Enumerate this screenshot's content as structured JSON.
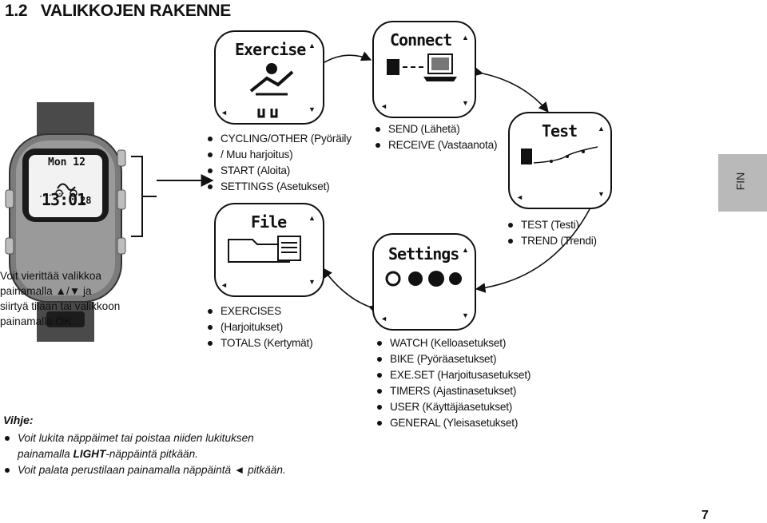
{
  "header": {
    "title": "1.2   VALIKKOJEN RAKENNE"
  },
  "side_tab": {
    "label": "FIN"
  },
  "watch": {
    "date": "Mon 12",
    "time": "13:01",
    "seconds": "28"
  },
  "intro": {
    "line1": "Voit vierittää valikkoa",
    "line2_a": "painamalla",
    "line2_b": "ja",
    "line3": "siirtyä tilaan tai valikkoon",
    "line4_a": "painamalla",
    "line4_ok": "OK",
    "line4_end": "."
  },
  "hint": {
    "title": "Vihje:",
    "item1_line1": "Voit lukita näppäimet tai poistaa niiden lukituksen",
    "item1_a": "painamalla ",
    "item1_light": "LIGHT",
    "item1_b": "-näppäintä pitkään.",
    "item2_a": "Voit palata perustilaan painamalla näppäintä",
    "item2_b": "pitkään."
  },
  "menus": {
    "exercise": {
      "screen_title": "Exercise",
      "items": [
        "CYCLING/OTHER (Pyöräily",
        "/ Muu harjoitus)",
        "START (Aloita)",
        "SETTINGS (Asetukset)"
      ]
    },
    "connect": {
      "screen_title": "Connect",
      "items": [
        "SEND (Lähetä)",
        "RECEIVE (Vastaanota)"
      ]
    },
    "test": {
      "screen_title": "Test",
      "items": [
        "TEST (Testi)",
        "TREND (Trendi)"
      ]
    },
    "file": {
      "screen_title": "File",
      "items": [
        "EXERCISES",
        "(Harjoitukset)",
        "TOTALS (Kertymät)"
      ]
    },
    "settings": {
      "screen_title": "Settings",
      "items": [
        "WATCH (Kelloasetukset)",
        "BIKE (Pyöräasetukset)",
        "EXE.SET (Harjoitusasetukset)",
        "TIMERS (Ajastinasetukset)",
        "USER (Käyttäjäasetukset)",
        "GENERAL (Yleisasetukset)"
      ]
    }
  },
  "page_number": "7"
}
